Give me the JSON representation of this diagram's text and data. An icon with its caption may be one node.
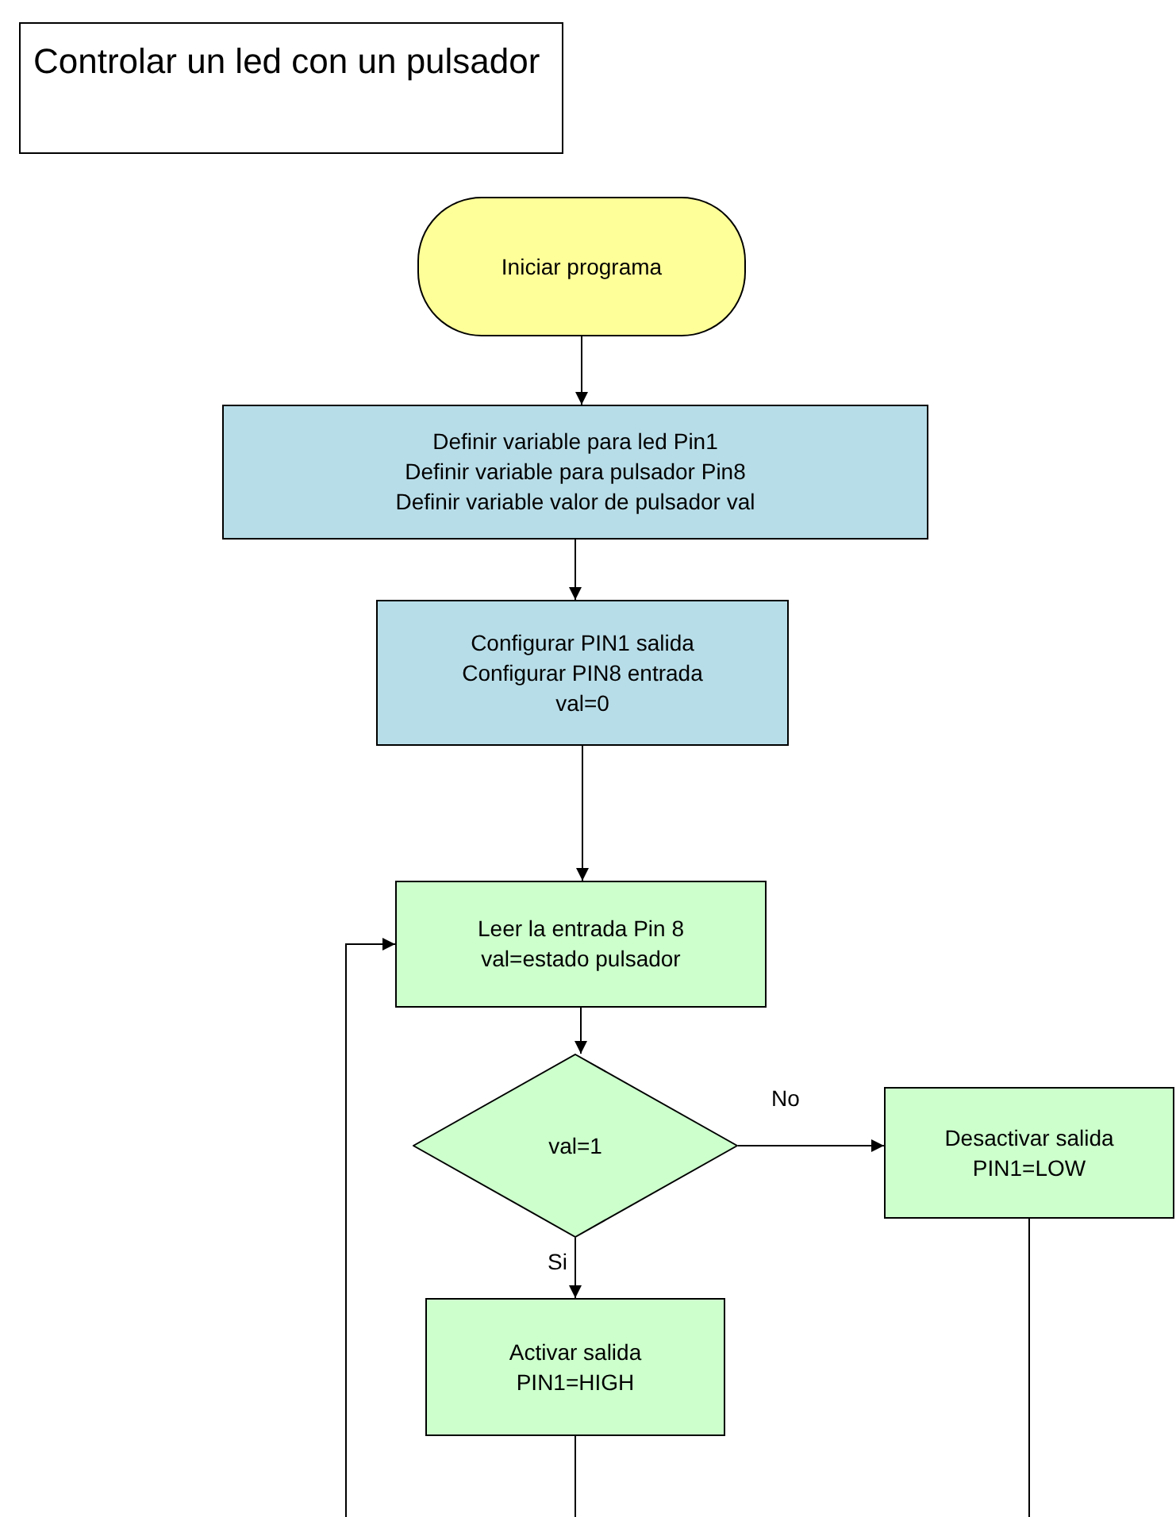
{
  "diagram": {
    "title": "Controlar un led con un pulsador",
    "nodes": [
      {
        "text": [
          "Iniciar programa"
        ]
      },
      {
        "text": [
          "Definir variable para led Pin1",
          "Definir variable para pulsador Pin8",
          "Definir variable valor de pulsador val"
        ]
      },
      {
        "text": [
          "Configurar PIN1 salida",
          "Configurar PIN8 entrada",
          "val=0"
        ]
      },
      {
        "text": [
          "Leer la entrada Pin 8 val=estado pulsador"
        ]
      },
      {
        "text": [
          "val=1"
        ]
      },
      {
        "text": [
          "Desactivar salida PIN1=LOW"
        ]
      },
      {
        "text": [
          "Activar salida PIN1=HIGH"
        ]
      }
    ],
    "edges": [
      {
        "from": 0,
        "to": 1,
        "arrow": "to"
      },
      {
        "from": 1,
        "to": 2,
        "arrow": "to"
      },
      {
        "from": 2,
        "to": 3,
        "arrow": "to"
      },
      {
        "from": 3,
        "to": 4,
        "arrow": "to"
      },
      {
        "from": 4,
        "to": 5,
        "arrow": "to",
        "label": "No"
      },
      {
        "from": 4,
        "to": 6,
        "arrow": "to",
        "label": "Si"
      },
      {
        "from": 6,
        "to": null,
        "arrow": "none"
      },
      {
        "from": 5,
        "to": null,
        "arrow": "none"
      },
      {
        "from": null,
        "to": 3,
        "arrow": "to"
      }
    ]
  }
}
